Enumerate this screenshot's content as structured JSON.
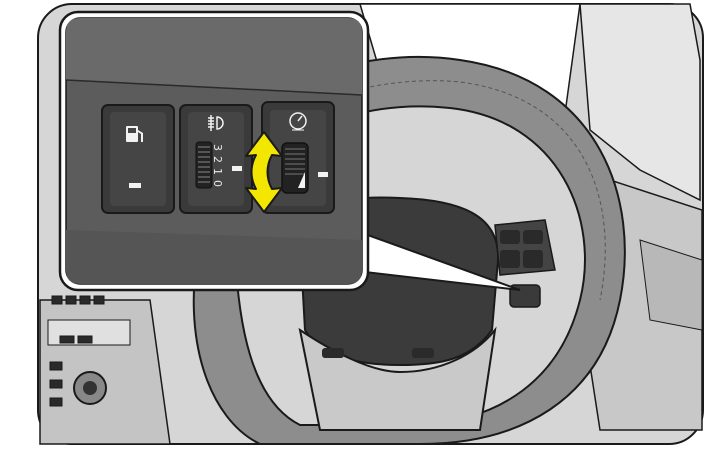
{
  "illustration": {
    "kind": "vehicle interior line illustration",
    "callout": {
      "switches": [
        {
          "id": "fuel-lid",
          "icon": "fuel-pump-icon"
        },
        {
          "id": "fog-lamp",
          "icon": "rear-fog-lamp-icon"
        },
        {
          "id": "illumination",
          "icon": "dash-illumination-icon"
        }
      ],
      "headlamp_leveling_marks": [
        "3",
        "2",
        "1",
        "0"
      ],
      "arrow": {
        "icon": "up-down-arrow-icon",
        "color": "#f3e600"
      }
    },
    "colors": {
      "panel": "#3a3a3a",
      "panel_light": "#5a5a5a",
      "dash_gray": "#cfcfcf",
      "outline": "#1a1a1a",
      "accent_yellow": "#f3e600"
    }
  }
}
